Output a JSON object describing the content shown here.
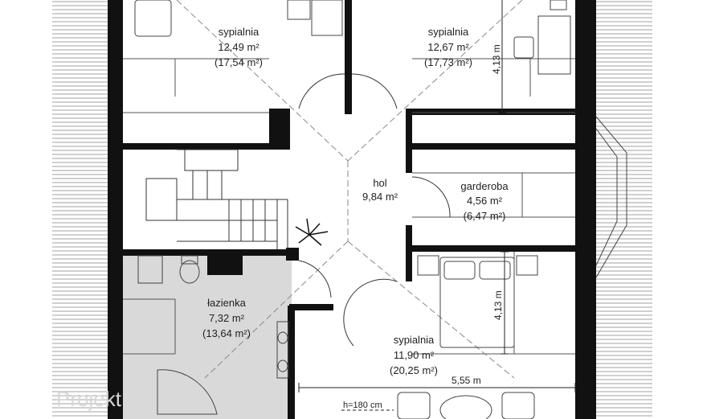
{
  "rooms": {
    "bedroom_top_left": {
      "name": "sypialnia",
      "area": "12,49 m²",
      "area_total": "(17,54 m²)"
    },
    "bedroom_top_right": {
      "name": "sypialnia",
      "area": "12,67 m²",
      "area_total": "(17,73 m²)"
    },
    "hall": {
      "name": "hol",
      "area": "9,84 m²"
    },
    "wardrobe": {
      "name": "garderoba",
      "area": "4,56 m²",
      "area_total": "(6,47 m²)"
    },
    "bathroom": {
      "name": "łazienka",
      "area": "7,32 m²",
      "area_total": "(13,64 m²)"
    },
    "bedroom_bottom_right": {
      "name": "sypialnia",
      "area": "11,90 m²",
      "area_total": "(20,25 m²)"
    }
  },
  "dimensions": {
    "top_right_height": "4,13 m",
    "bottom_right_height": "4,13 m",
    "bottom_width": "5,55 m",
    "headroom": "h=180 cm"
  },
  "watermark": "Projekt",
  "colors": {
    "wall": "#111111",
    "bathroom_fill": "#d9d9d9",
    "roof_lines": "#9a9a9a",
    "thin": "#555555"
  }
}
